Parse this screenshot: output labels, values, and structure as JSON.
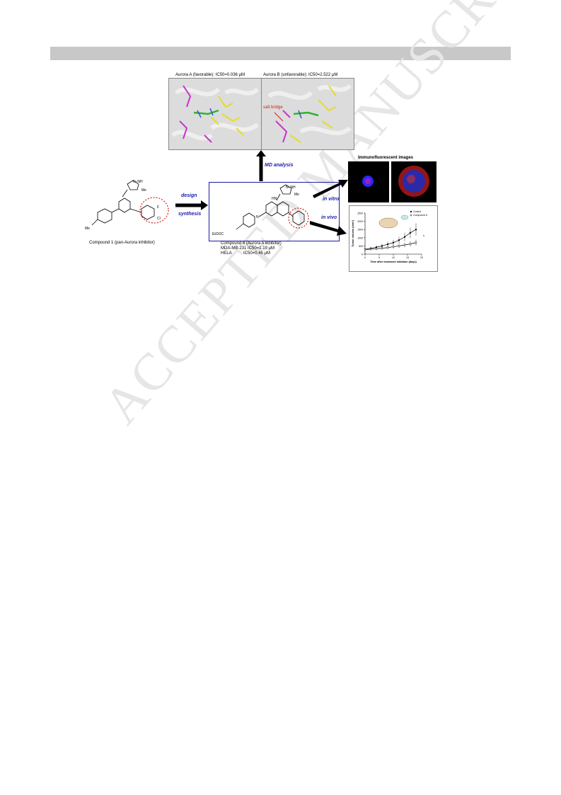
{
  "watermark": "ACCEPTED MANUSCRIPT",
  "figure": {
    "aurora_a_caption": "Aurora A (favorable): IC50=0.036 μM",
    "aurora_b_caption": "Aurora B (unfavorable): IC50=2.522 μM",
    "salt_bridge_label": "salt bridge",
    "md_analysis": "MD analysis",
    "design_label": "design",
    "synthesis_label": "synthesis",
    "in_vitro": "in vitro",
    "in_vivo": "in vivo",
    "immuno_title": "Immunofluorescent images",
    "compound1_caption": "Compound 1 (pan-Aurora inhibitor)",
    "compound6_caption": "Compound 6 (Aurora A inhibitor)",
    "mda_line": "MDA-MB-231 IC50=1.19 μM",
    "hela_line": "HELA          IC50=0.45 μM",
    "chem_labels": {
      "nh": "N–NH",
      "hn1": "HN",
      "me": "Me",
      "me2": "Me",
      "n_me": "Me",
      "f": "F",
      "cl": "Cl",
      "n": "N",
      "eto": "EtOOC",
      "n2": "N"
    },
    "chart": {
      "ylabel": "Tumor volume (mm³)",
      "xlabel": "Time after treatment initiation (days)",
      "legend_control": "Control",
      "legend_comp": "Compound 6",
      "sig": "*"
    }
  },
  "chart_data": {
    "type": "line",
    "xlabel": "Time after treatment initiation (days)",
    "ylabel": "Tumor volume (mm³)",
    "xlim": [
      0,
      20
    ],
    "ylim": [
      0,
      2500
    ],
    "xticks": [
      0,
      5,
      10,
      15,
      20
    ],
    "yticks": [
      0,
      500,
      1000,
      1500,
      2000,
      2500
    ],
    "series": [
      {
        "name": "Control",
        "x": [
          0,
          2,
          4,
          6,
          8,
          10,
          12,
          14,
          16,
          18
        ],
        "y": [
          300,
          350,
          420,
          500,
          600,
          700,
          850,
          1050,
          1300,
          1500
        ]
      },
      {
        "name": "Compound 6",
        "x": [
          0,
          2,
          4,
          6,
          8,
          10,
          12,
          14,
          16,
          18
        ],
        "y": [
          280,
          300,
          330,
          360,
          400,
          450,
          500,
          560,
          620,
          700
        ]
      }
    ],
    "legend": "top-right"
  }
}
